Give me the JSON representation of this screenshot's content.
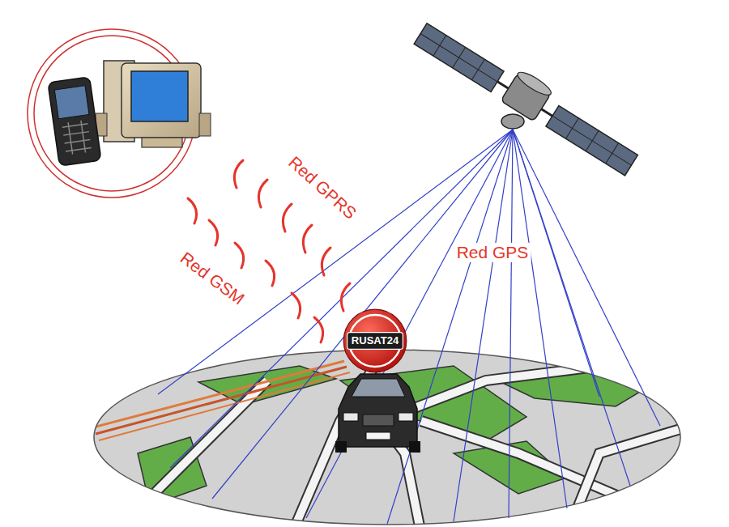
{
  "diagram": {
    "nodes": [
      {
        "text": [
          "RUSAT24"
        ]
      }
    ],
    "labels": [
      "Red GPRS",
      "Red GSM",
      "Red GPS"
    ]
  }
}
